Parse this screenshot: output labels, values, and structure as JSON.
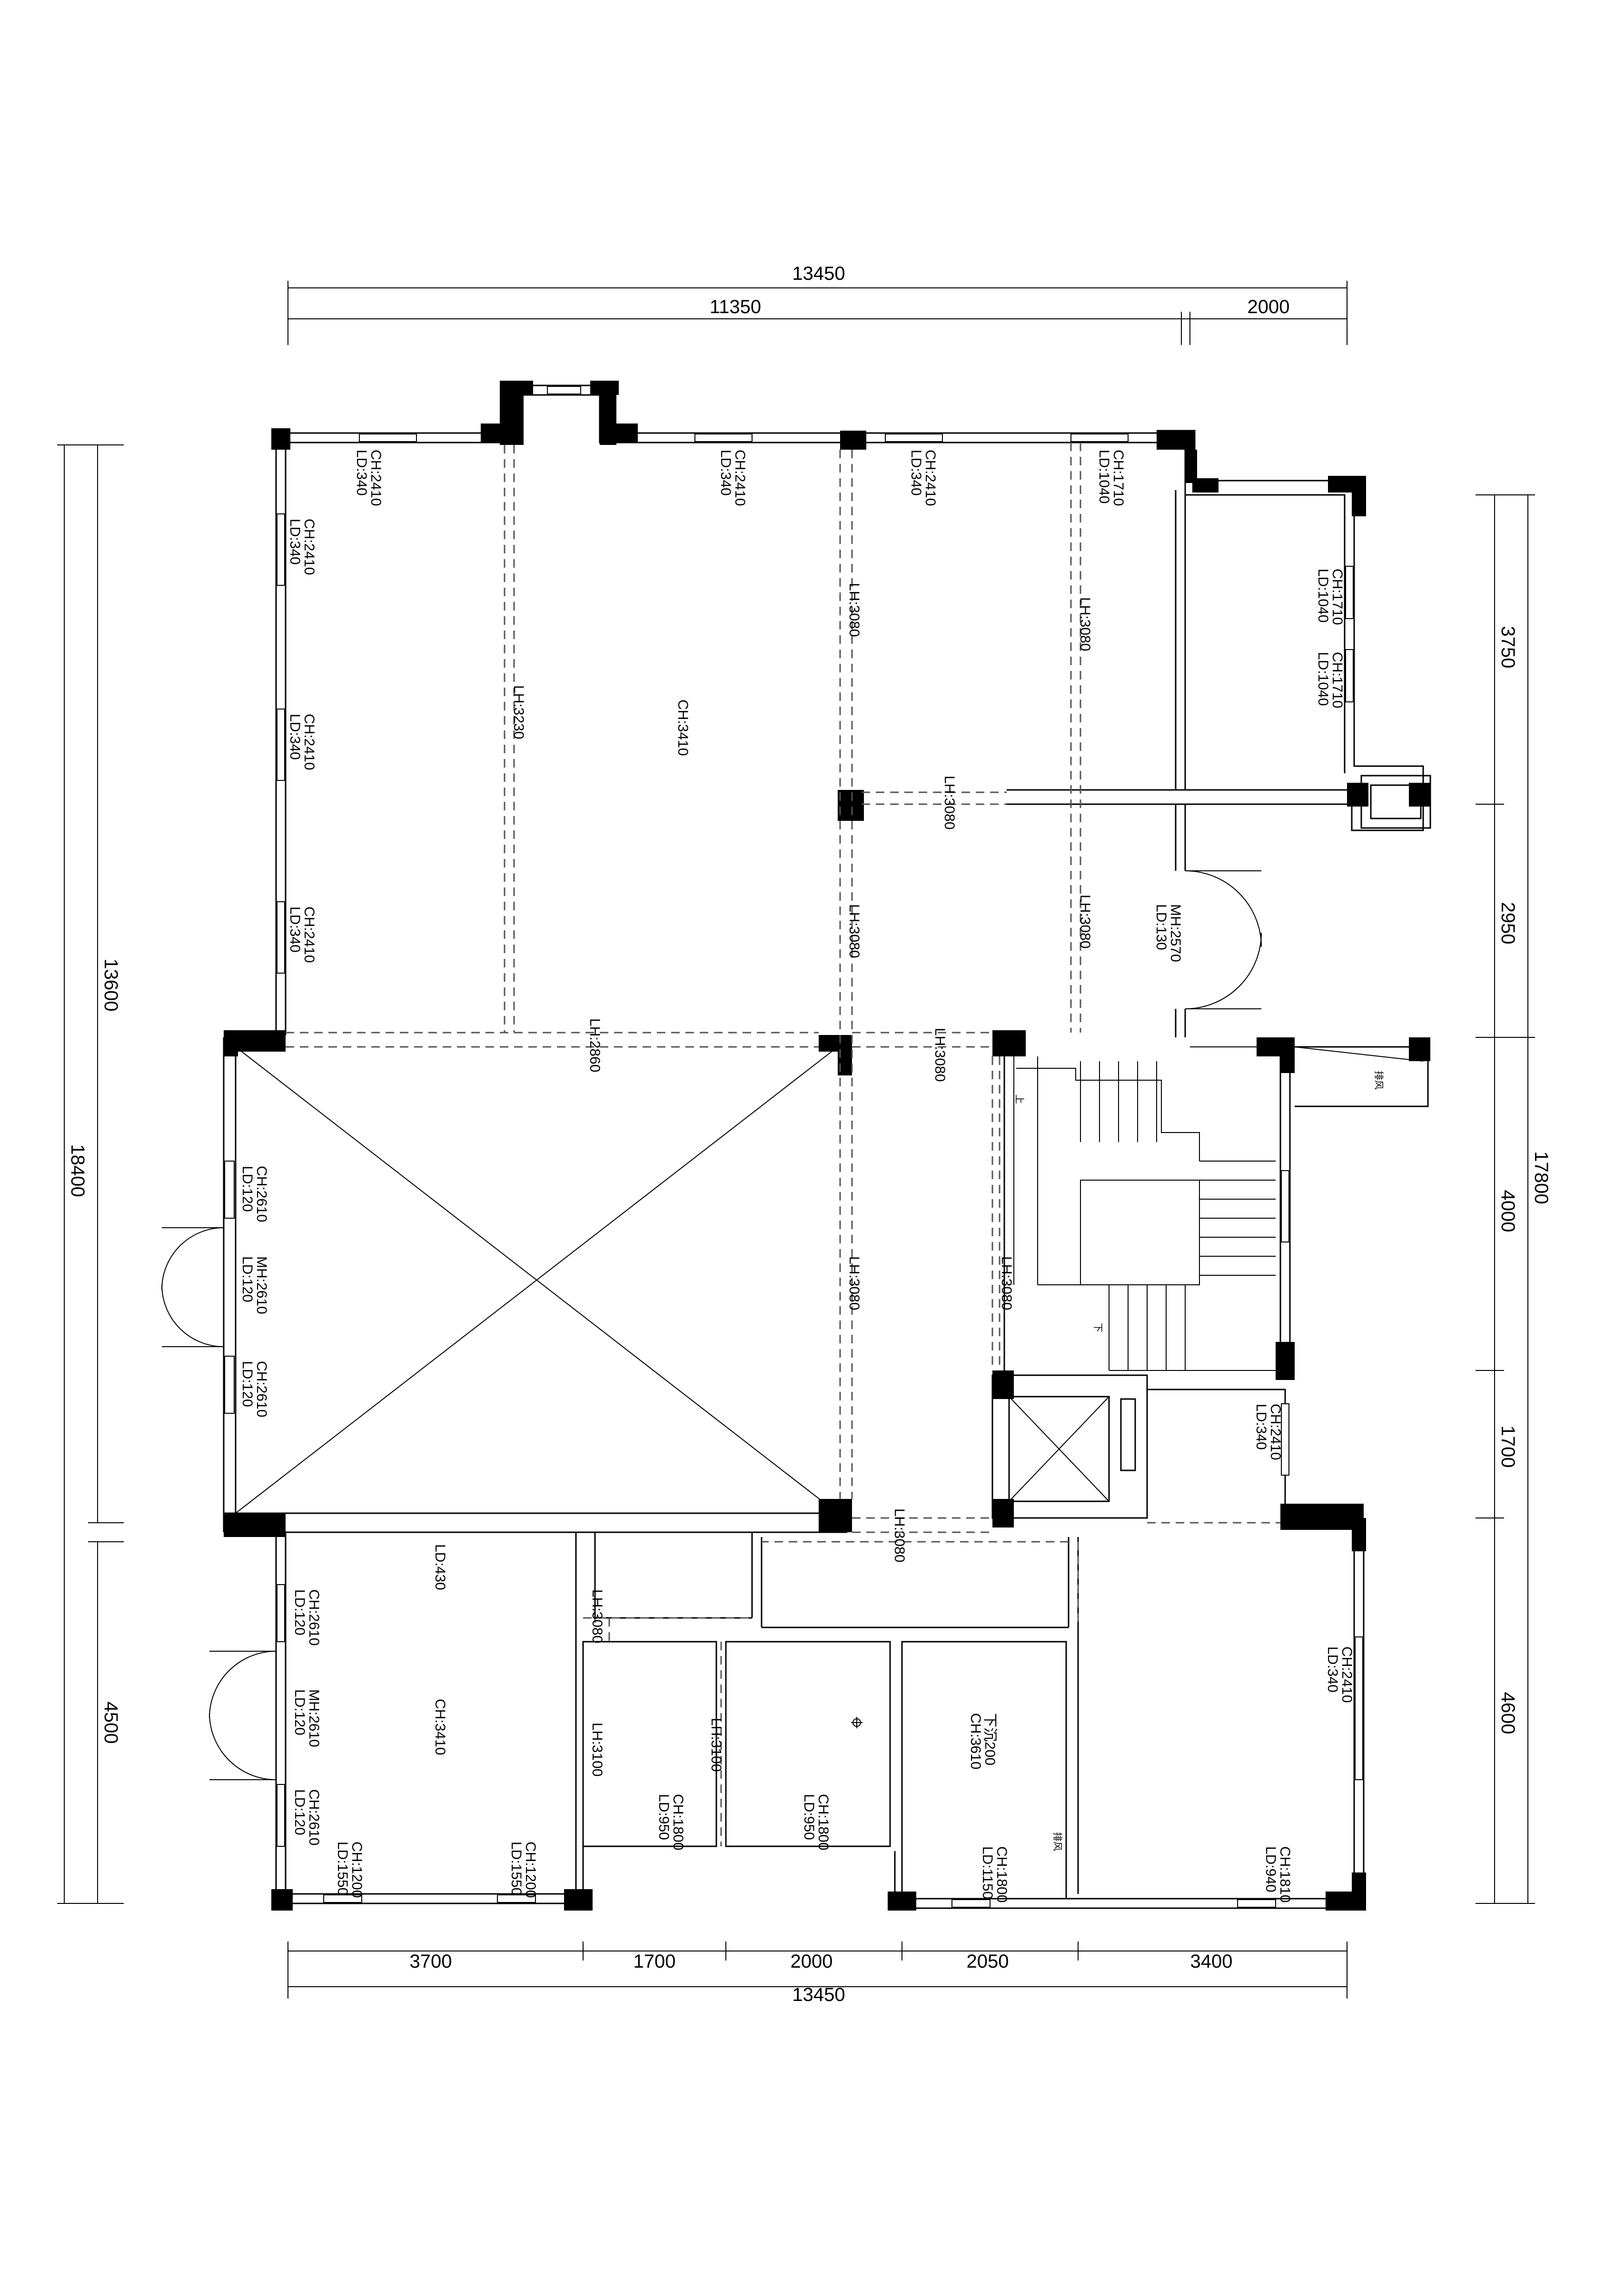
{
  "dimensions": {
    "top_total": "13450",
    "top_left": "11350",
    "top_right": "2000",
    "left_outer": "18400",
    "left_upper": "13600",
    "left_lower": "4500",
    "right_outer": "17800",
    "right_segments": [
      "3750",
      "2950",
      "4000",
      "1700",
      "4600"
    ],
    "bottom_segments": [
      "3700",
      "1700",
      "2000",
      "2050",
      "3400"
    ],
    "bottom_total": "13450"
  },
  "annotations": {
    "top_windows": [
      [
        "CH:2410",
        "LD:340"
      ],
      [
        "CH:2410",
        "LD:340"
      ],
      [
        "CH:2410",
        "LD:340"
      ],
      [
        "CH:1710",
        "LD:1040"
      ]
    ],
    "left_windows": [
      [
        "CH:2410",
        "LD:340"
      ],
      [
        "CH:2410",
        "LD:340"
      ],
      [
        "CH:2410",
        "LD:340"
      ]
    ],
    "east_windows": [
      [
        "CH:1710",
        "LD:1040"
      ],
      [
        "CH:1710",
        "LD:1040"
      ]
    ],
    "west_mid": [
      [
        "CH:2610",
        "LD:120"
      ],
      [
        "MH:2610",
        "LD:120"
      ],
      [
        "CH:2610",
        "LD:120"
      ]
    ],
    "west_low": [
      [
        "CH:2610",
        "LD:120"
      ],
      [
        "MH:2610",
        "LD:120"
      ],
      [
        "CH:2610",
        "LD:120"
      ]
    ],
    "beams": {
      "lh3230": "LH:3230",
      "lh3080_a": "LH:3080",
      "lh3080_b": "LH:3080",
      "lh3080_c": "LH:3080",
      "lh3080_d": "LH:3080",
      "lh3080_e": "LH:3080",
      "lh3080_f": "LH:3080",
      "lh3080_g": "LH:3080",
      "lh3080_h": "LH:3080",
      "lh3080_i": "LH:3080",
      "lh2860": "LH:2860",
      "lh3100_a": "LH:3100",
      "lh3100_b": "LH:3100"
    },
    "ceilings": {
      "main": "CH:3410",
      "lower_left": "CH:3410",
      "lower_mid": "CH:3610",
      "lower_mid_extra": "下沉200"
    },
    "door_east": [
      "MH:2570",
      "LD:130"
    ],
    "stair_window": [
      "CH:2410",
      "LD:340"
    ],
    "right_window": [
      "CH:2410",
      "LD:340"
    ],
    "ld430": "LD:430",
    "bottom_windows": [
      [
        "CH:1200",
        "LD:1550"
      ],
      [
        "CH:1200",
        "LD:1550"
      ],
      [
        "CH:1800",
        "LD:950"
      ],
      [
        "CH:1800",
        "LD:950"
      ],
      [
        "CH:1800",
        "LD:1150"
      ],
      [
        "CH:1810",
        "LD:940"
      ]
    ],
    "small_tag_1": "排风",
    "small_tag_2": "排风",
    "small_tag_3": "上",
    "small_tag_4": "下"
  }
}
